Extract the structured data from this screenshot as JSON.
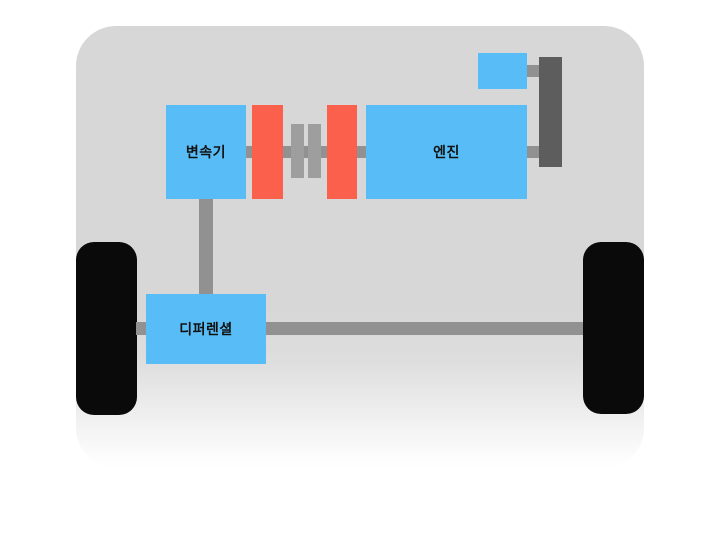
{
  "components": {
    "transmission": {
      "label": "변속기"
    },
    "engine": {
      "label": "엔진"
    },
    "differential": {
      "label": "디퍼렌셜"
    }
  },
  "colors": {
    "component_blue": "#58BDF7",
    "clutch_disc_red": "#FA604B",
    "car_body_gray": "#D7D7D7",
    "shaft_gray": "#919191",
    "clutch_plate_gray": "#9E9E9E",
    "mount_bar_dark_gray": "#5D5D5D",
    "wheel_black": "#0A0A0A",
    "canvas_background": "#FFFFFF",
    "label_text": "#111111"
  }
}
